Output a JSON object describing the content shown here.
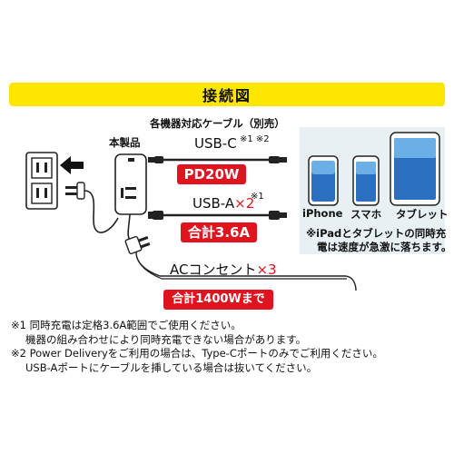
{
  "header": {
    "title": "接続図"
  },
  "diagram": {
    "subtitle": "各機器対応ケーブル（別売）",
    "product_label": "本製品",
    "usb_c": {
      "label": "USB-C",
      "notes": "※1 ※2",
      "badge": "PD20W"
    },
    "usb_a": {
      "label": "USB-A",
      "multiplier": "×2",
      "note": "※1",
      "badge": "合計3.6A"
    },
    "ac": {
      "label": "ACコンセント",
      "multiplier": "×3",
      "badge": "合計1400Wまで"
    }
  },
  "devices": {
    "iphone": "iPhone",
    "sumaho": "スマホ",
    "tablet": "タブレット",
    "warning_line1": "※iPadとタブレットの同時充",
    "warning_line2": "電は速度が急激に落ちます。"
  },
  "footnotes": {
    "line1": "※1 同時充電は定格3.6A範囲でご使用ください。",
    "line2": "機器の組み合わせにより同時充電できない場合があります。",
    "line3": "※2 Power Deliveryをご利用の場合は、Type-Cポートのみでご利用ください。",
    "line4": "USB-Aポートにケーブルを挿している場合は抜いてください。"
  },
  "colors": {
    "header_yellow": "#ffe600",
    "badge_red": "#e0141e"
  }
}
